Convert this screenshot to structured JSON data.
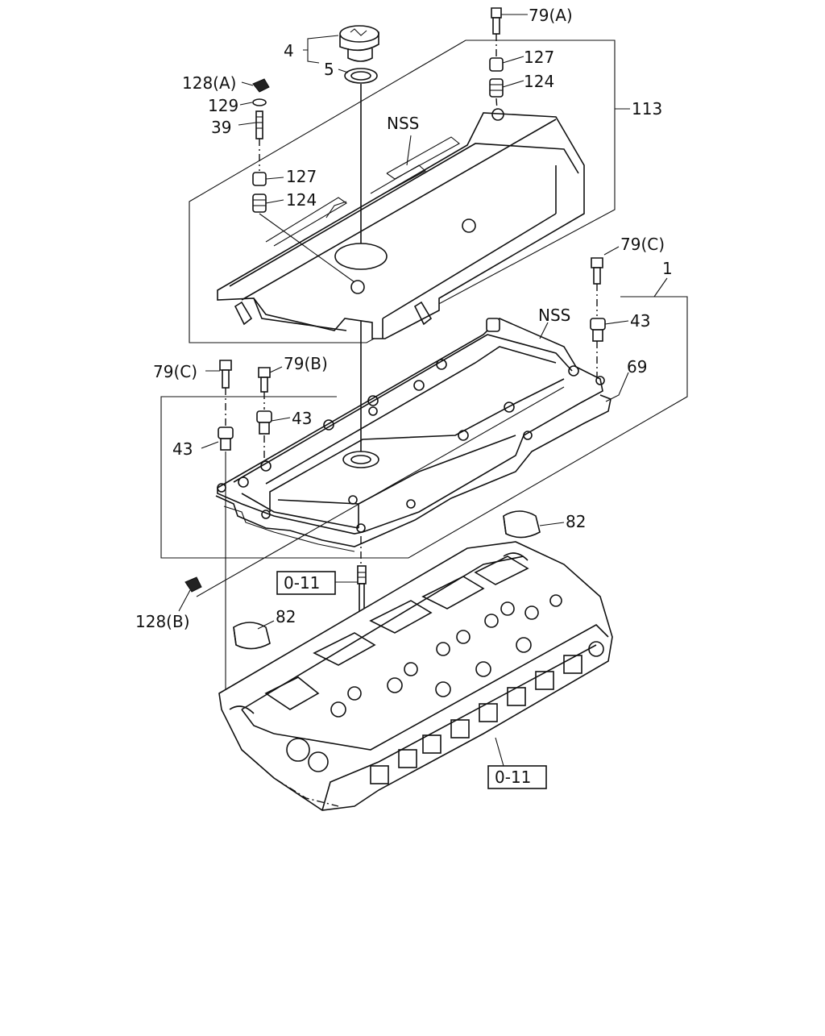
{
  "labels": {
    "p79a": "79(A)",
    "p127a": "127",
    "p124a": "124",
    "p113": "113",
    "p4": "4",
    "p5": "5",
    "p128a": "128(A)",
    "p129": "129",
    "p39": "39",
    "nss_top": "NSS",
    "p127b": "127",
    "p124b": "124",
    "p79c_right": "79(C)",
    "p1": "1",
    "nss_mid": "NSS",
    "p43_right": "43",
    "p69": "69",
    "p79c_left": "79(C)",
    "p79b": "79(B)",
    "p43_mid": "43",
    "p43_left": "43",
    "p82_right": "82",
    "ref_011_a": "0-11",
    "p128b": "128(B)",
    "p82_left": "82",
    "ref_011_b": "0-11"
  }
}
